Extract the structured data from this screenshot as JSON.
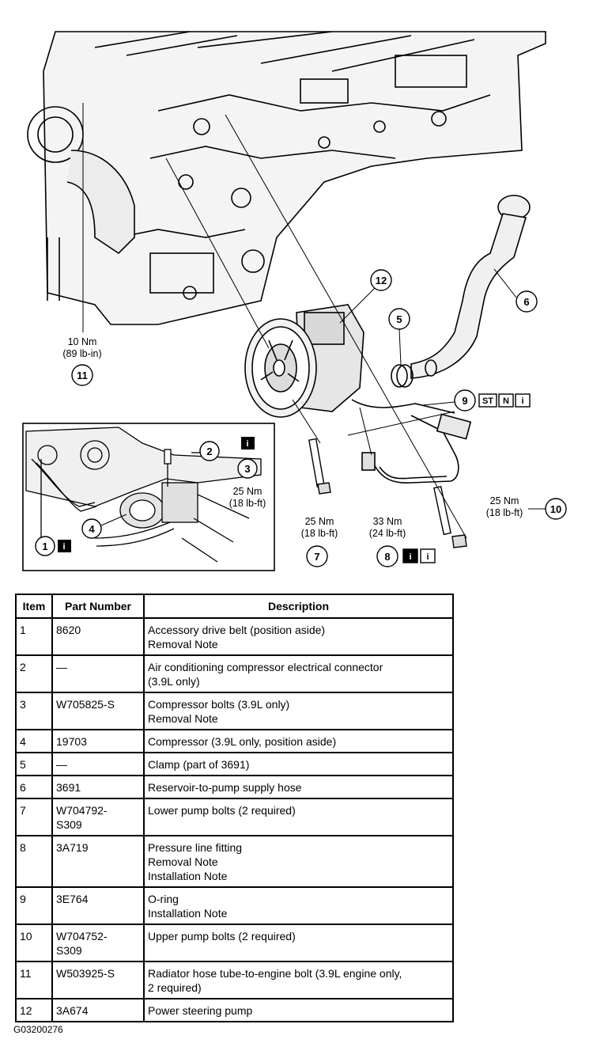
{
  "callouts": {
    "c1": "1",
    "c2": "2",
    "c3": "3",
    "c4": "4",
    "c5": "5",
    "c6": "6",
    "c7": "7",
    "c8": "8",
    "c9": "9",
    "c10": "10",
    "c11": "11",
    "c12": "12"
  },
  "torques": {
    "t11_nm": "10 Nm",
    "t11_imp": "(89 lb-in)",
    "t3_nm": "25 Nm",
    "t3_imp": "(18 lb-ft)",
    "t7_nm": "25 Nm",
    "t7_imp": "(18 lb-ft)",
    "t8_nm": "33 Nm",
    "t8_imp": "(24 lb-ft)",
    "t10_nm": "25 Nm",
    "t10_imp": "(18 lb-ft)"
  },
  "icons": {
    "info": "i",
    "new_part": "N",
    "special_tool": "ST"
  },
  "table": {
    "headers": {
      "item": "Item",
      "part": "Part Number",
      "description": "Description"
    },
    "rows": [
      {
        "item": "1",
        "part": [
          "8620"
        ],
        "desc": [
          "Accessory drive belt (position aside)",
          "Removal Note"
        ]
      },
      {
        "item": "2",
        "part": [
          "—"
        ],
        "desc": [
          "Air conditioning compressor electrical connector",
          "(3.9L only)"
        ]
      },
      {
        "item": "3",
        "part": [
          "W705825-S"
        ],
        "desc": [
          "Compressor bolts (3.9L only)",
          "Removal Note"
        ]
      },
      {
        "item": "4",
        "part": [
          "19703"
        ],
        "desc": [
          "Compressor (3.9L only, position aside)"
        ]
      },
      {
        "item": "5",
        "part": [
          "—"
        ],
        "desc": [
          "Clamp (part of 3691)"
        ]
      },
      {
        "item": "6",
        "part": [
          "3691"
        ],
        "desc": [
          "Reservoir-to-pump supply hose"
        ]
      },
      {
        "item": "7",
        "part": [
          "W704792-",
          "S309"
        ],
        "desc": [
          "Lower pump bolts (2 required)"
        ]
      },
      {
        "item": "8",
        "part": [
          "3A719"
        ],
        "desc": [
          "Pressure line fitting",
          "Removal Note",
          "Installation Note"
        ]
      },
      {
        "item": "9",
        "part": [
          "3E764"
        ],
        "desc": [
          "O-ring",
          "Installation Note"
        ]
      },
      {
        "item": "10",
        "part": [
          "W704752-",
          "S309"
        ],
        "desc": [
          "Upper pump bolts (2 required)"
        ]
      },
      {
        "item": "11",
        "part": [
          "W503925-S"
        ],
        "desc": [
          "Radiator hose tube-to-engine bolt (3.9L engine only,",
          "2 required)"
        ]
      },
      {
        "item": "12",
        "part": [
          "3A674"
        ],
        "desc": [
          "Power steering pump"
        ]
      }
    ]
  },
  "figure_code": "G03200276"
}
